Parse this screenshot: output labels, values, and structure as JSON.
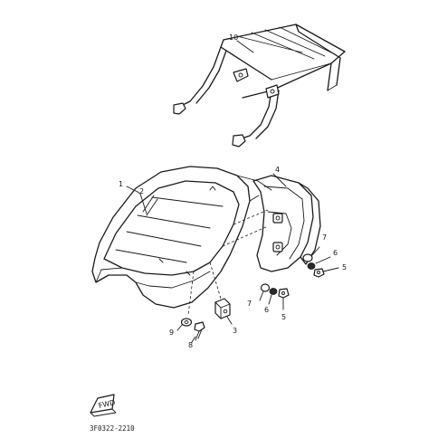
{
  "callouts": {
    "c10": "10",
    "c1": "1",
    "c2": "2",
    "c4": "4",
    "c7a": "7",
    "c6a": "6",
    "c5a": "5",
    "c7b": "7",
    "c6b": "6",
    "c5b": "5",
    "c3": "3",
    "c9": "9",
    "c8": "8"
  },
  "fwd_label": "FWD",
  "diagram_code": "3F0322-2210"
}
